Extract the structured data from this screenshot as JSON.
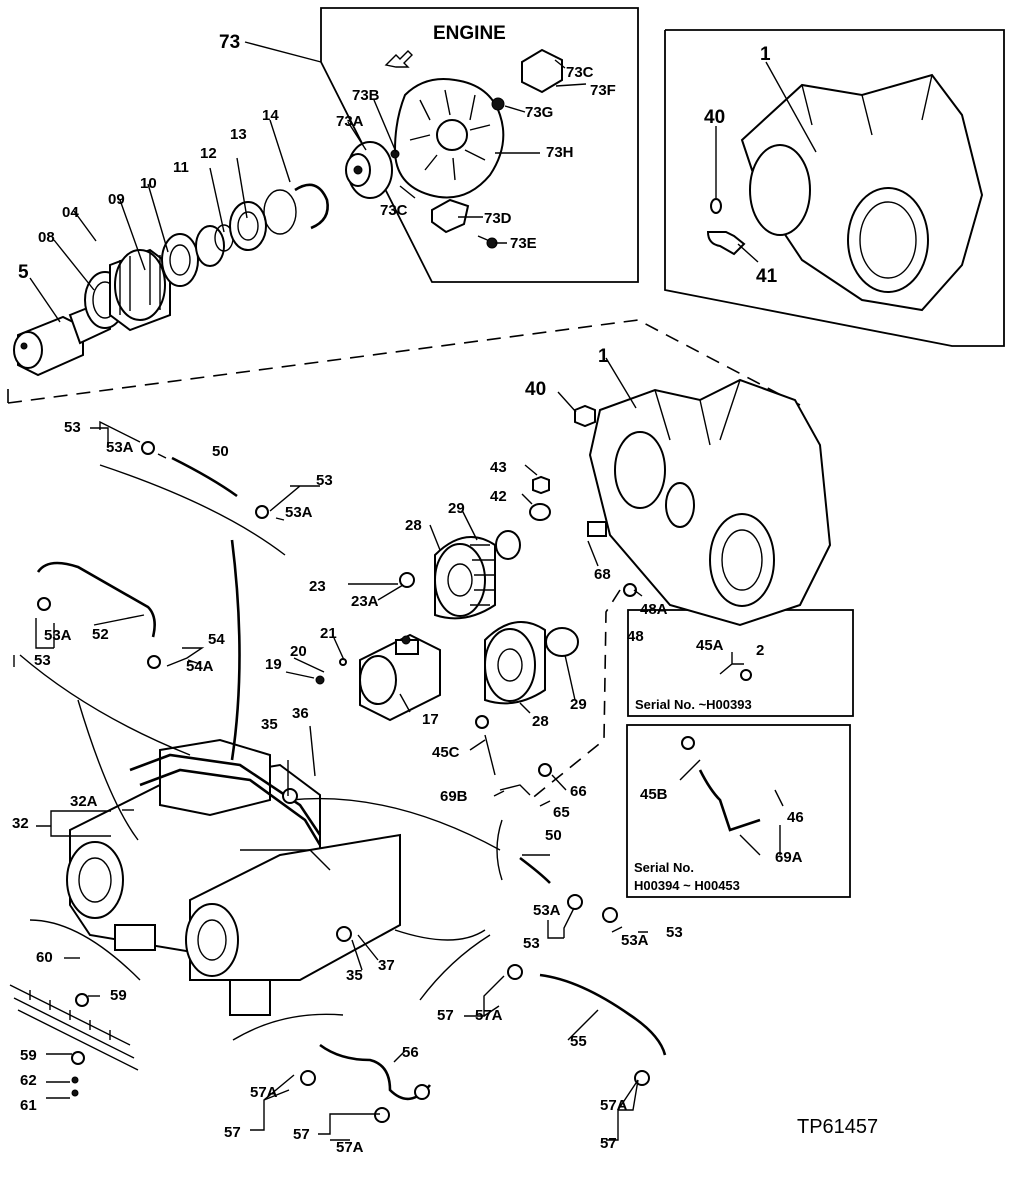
{
  "figure_id": "TP61457",
  "engine_box": {
    "title": "ENGINE"
  },
  "serial_box_1": {
    "text": "Serial No.   ~H00393"
  },
  "serial_box_2": {
    "line1": "Serial No.",
    "line2": "H00394 ~ H00453"
  },
  "callouts": {
    "c73": "73",
    "c73A": "73A",
    "c73B": "73B",
    "c73C_top": "73C",
    "c73C_bottom": "73C",
    "c73D": "73D",
    "c73E": "73E",
    "c73F": "73F",
    "c73G": "73G",
    "c73H": "73H",
    "c1_inset": "1",
    "c40_inset": "40",
    "c41": "41",
    "c14": "14",
    "c13": "13",
    "c12": "12",
    "c11": "11",
    "c10": "10",
    "c09": "09",
    "c04": "04",
    "c08": "08",
    "c5": "5",
    "c1": "1",
    "c40": "40",
    "c43": "43",
    "c42": "42",
    "c29_top": "29",
    "c28_top": "28",
    "c68": "68",
    "c48A": "48A",
    "c48": "48",
    "c23": "23",
    "c23A": "23A",
    "c21": "21",
    "c20": "20",
    "c19": "19",
    "c17": "17",
    "c28_bottom": "28",
    "c29_bottom": "29",
    "c45A": "45A",
    "c2": "2",
    "c45C": "45C",
    "c69B": "69B",
    "c65": "65",
    "c66": "66",
    "c45B": "45B",
    "c46": "46",
    "c69A": "69A",
    "c53_tl": "53",
    "c53A_tl": "53A",
    "c50_top": "50",
    "c53_tr": "53",
    "c53A_tr": "53A",
    "c52": "52",
    "c53A_ml": "53A",
    "c53_ml": "53",
    "c54": "54",
    "c54A": "54A",
    "c35_top": "35",
    "c36": "36",
    "c32A": "32A",
    "c32": "32",
    "c50_mid": "50",
    "c53A_mid": "53A",
    "c53_mid": "53",
    "c53A_mid2": "53A",
    "c53_mid2": "53",
    "c35_bottom": "35",
    "c37": "37",
    "c60": "60",
    "c59_top": "59",
    "c59_bottom": "59",
    "c62": "62",
    "c61": "61",
    "c57_left": "57",
    "c57A_left": "57A",
    "c55": "55",
    "c56": "56",
    "c57A_bl": "57A",
    "c57_bl": "57",
    "c57_b2": "57",
    "c57A_b2": "57A",
    "c57A_br": "57A",
    "c57_br": "57"
  }
}
